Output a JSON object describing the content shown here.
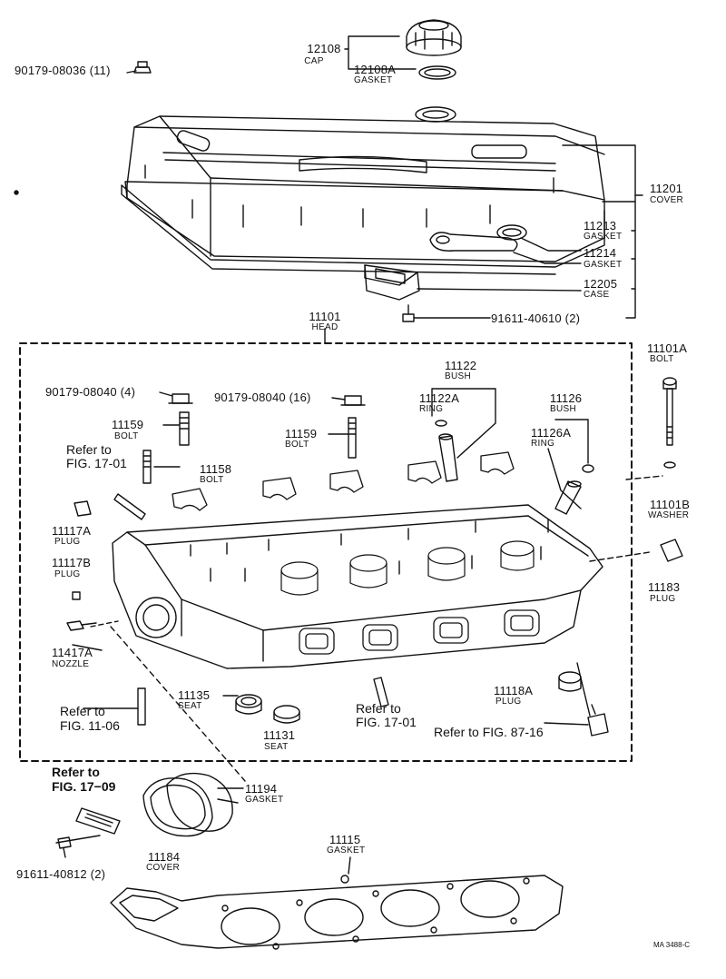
{
  "labels": {
    "cap_pn": "12108",
    "cap_nm": "CAP",
    "capgasket_pn": "12108A",
    "capgasket_nm": "GASKET",
    "nut_top": "90179-08036 (11)",
    "cover_pn": "11201",
    "cover_nm": "COVER",
    "gasket11213_pn": "11213",
    "gasket11213_nm": "GASKET",
    "gasket11214_pn": "11214",
    "gasket11214_nm": "GASKET",
    "case_pn": "12205",
    "case_nm": "CASE",
    "bolt_91611": "91611-40610 (2)",
    "head_pn": "11101",
    "head_nm": "HEAD",
    "bolt11101a_pn": "11101A",
    "bolt11101a_nm": "BOLT",
    "nut4": "90179-08040 (4)",
    "nut16": "90179-08040 (16)",
    "bush11122_pn": "11122",
    "bush11122_nm": "BUSH",
    "ring11122a_pn": "11122A",
    "ring11122a_nm": "RING",
    "bush11126_pn": "11126",
    "bush11126_nm": "BUSH",
    "ring11126a_pn": "11126A",
    "ring11126a_nm": "RING",
    "bolt11159a_pn": "11159",
    "bolt11159a_nm": "BOLT",
    "bolt11159b_pn": "11159",
    "bolt11159b_nm": "BOLT",
    "refer_1": "Refer to",
    "refer_1b": "FIG. 17-01",
    "bolt11158_pn": "11158",
    "bolt11158_nm": "BOLT",
    "washer_pn": "11101B",
    "washer_nm": "WASHER",
    "plug11117a_pn": "11117A",
    "plug11117a_nm": "PLUG",
    "plug11117b_pn": "11117B",
    "plug11117b_nm": "PLUG",
    "plug11183_pn": "11183",
    "plug11183_nm": "PLUG",
    "nozzle_pn": "11417A",
    "nozzle_nm": "NOZZLE",
    "seat11135_pn": "11135",
    "seat11135_nm": "SEAT",
    "seat11131_pn": "11131",
    "seat11131_nm": "SEAT",
    "refer_2": "Refer to",
    "refer_2b": "FIG. 11-06",
    "refer_3": "Refer to",
    "refer_3b": "FIG. 17-01",
    "plug11118a_pn": "11118A",
    "plug11118a_nm": "PLUG",
    "refer_4": "Refer to FIG. 87-16",
    "refer_5": "Refer to",
    "refer_5b": "FIG. 17−09",
    "gasket11194_pn": "11194",
    "gasket11194_nm": "GASKET",
    "cover11184_pn": "11184",
    "cover11184_nm": "COVER",
    "bolt_91611b": "91611-40812 (2)",
    "gasket11115_pn": "11115",
    "gasket11115_nm": "GASKET",
    "code": "MA 3488-C"
  }
}
